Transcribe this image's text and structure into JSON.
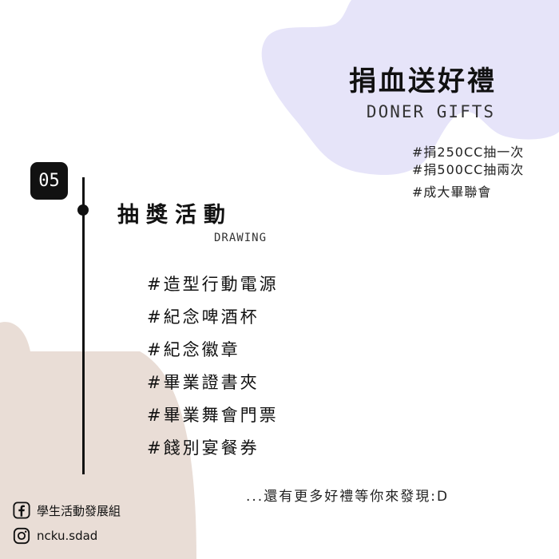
{
  "header": {
    "title": "捐血送好禮",
    "subtitle": "DONER GIFTS",
    "tags": [
      "#捐250CC抽一次",
      "#捐500CC抽兩次",
      "#成大畢聯會"
    ]
  },
  "section": {
    "number": "05",
    "title": "抽獎活動",
    "subtitle": "DRAWING",
    "prizes": [
      "#造型行動電源",
      "#紀念啤酒杯",
      "#紀念徽章",
      "#畢業證書夾",
      "#畢業舞會門票",
      "#餞別宴餐券"
    ]
  },
  "footer": {
    "note": "...還有更多好禮等你來發現:D",
    "facebook": "學生活動發展組",
    "instagram": "ncku.sdad"
  },
  "colors": {
    "lavender_blob": "#e6e4f9",
    "beige_blob": "#e9ddd6",
    "text": "#111111"
  },
  "icons": {
    "facebook": "facebook-icon",
    "instagram": "instagram-icon"
  }
}
